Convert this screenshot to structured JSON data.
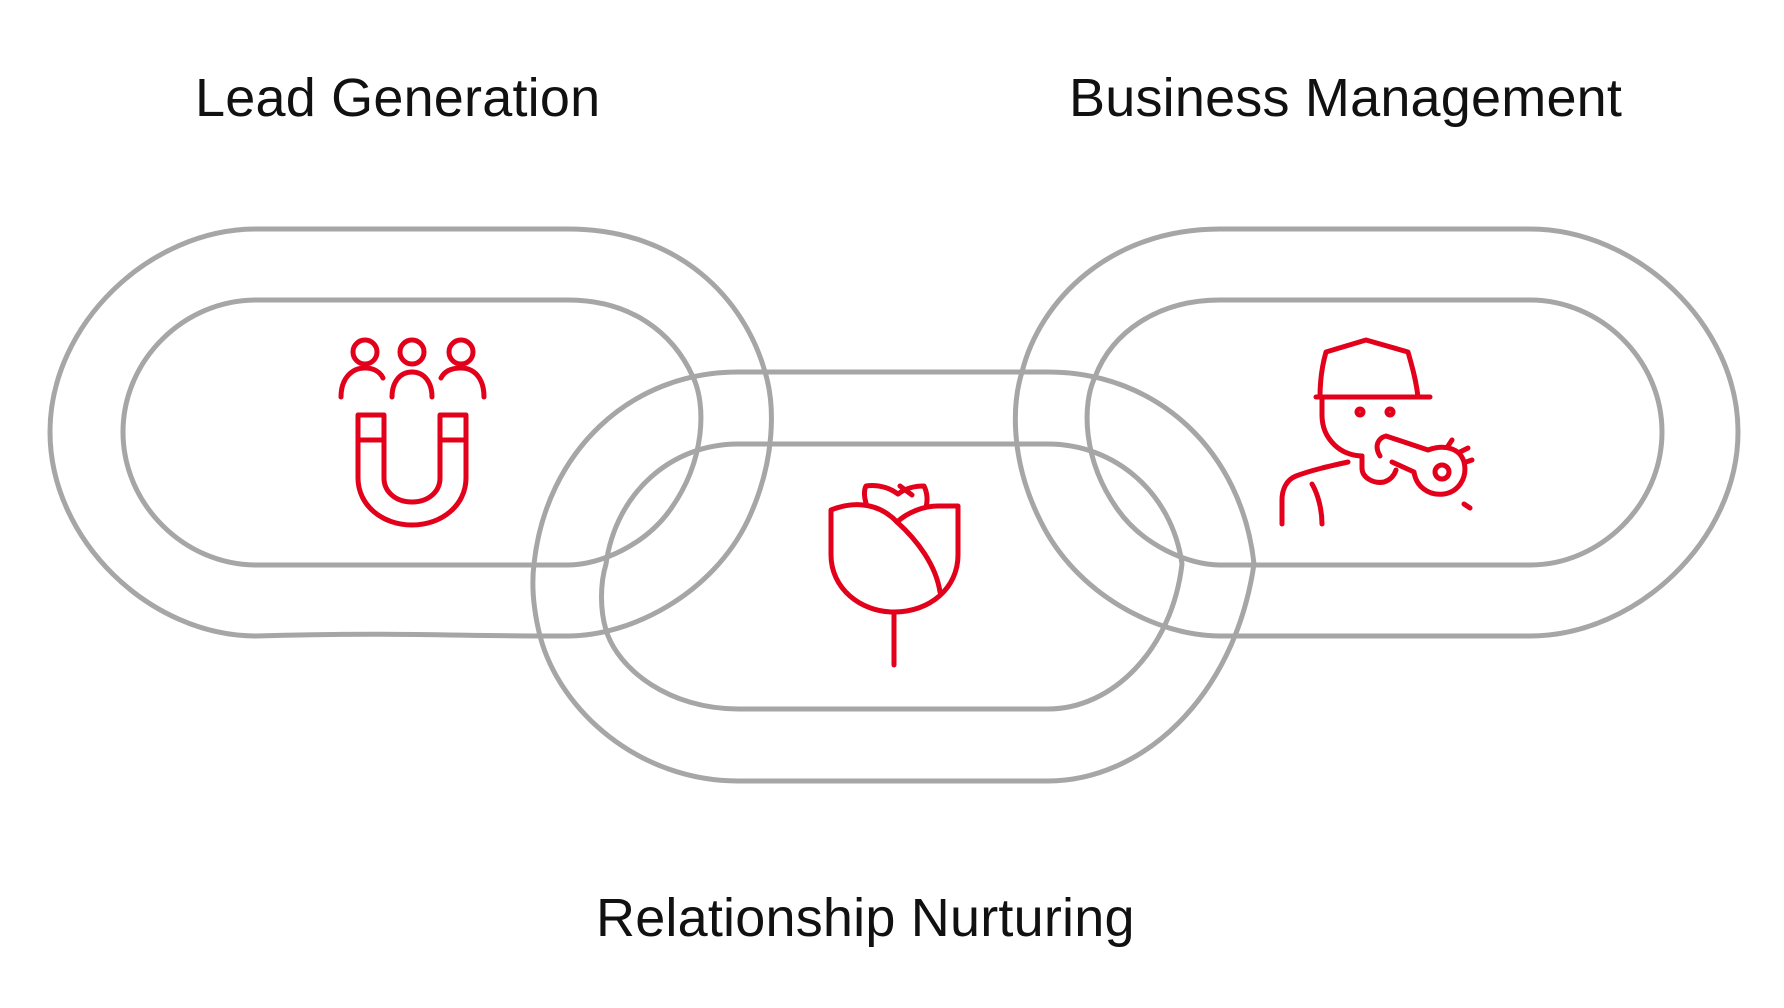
{
  "labels": {
    "lead_generation": "Lead Generation",
    "business_management": "Business Management",
    "relationship_nurturing": "Relationship Nurturing"
  },
  "colors": {
    "chain_stroke": "#a6a6a6",
    "icon_stroke": "#e3001b",
    "text": "#111111",
    "background": "#ffffff"
  },
  "icons": {
    "left_link": "people-magnet-icon",
    "middle_link": "rose-icon",
    "right_link": "coach-whistle-icon"
  }
}
